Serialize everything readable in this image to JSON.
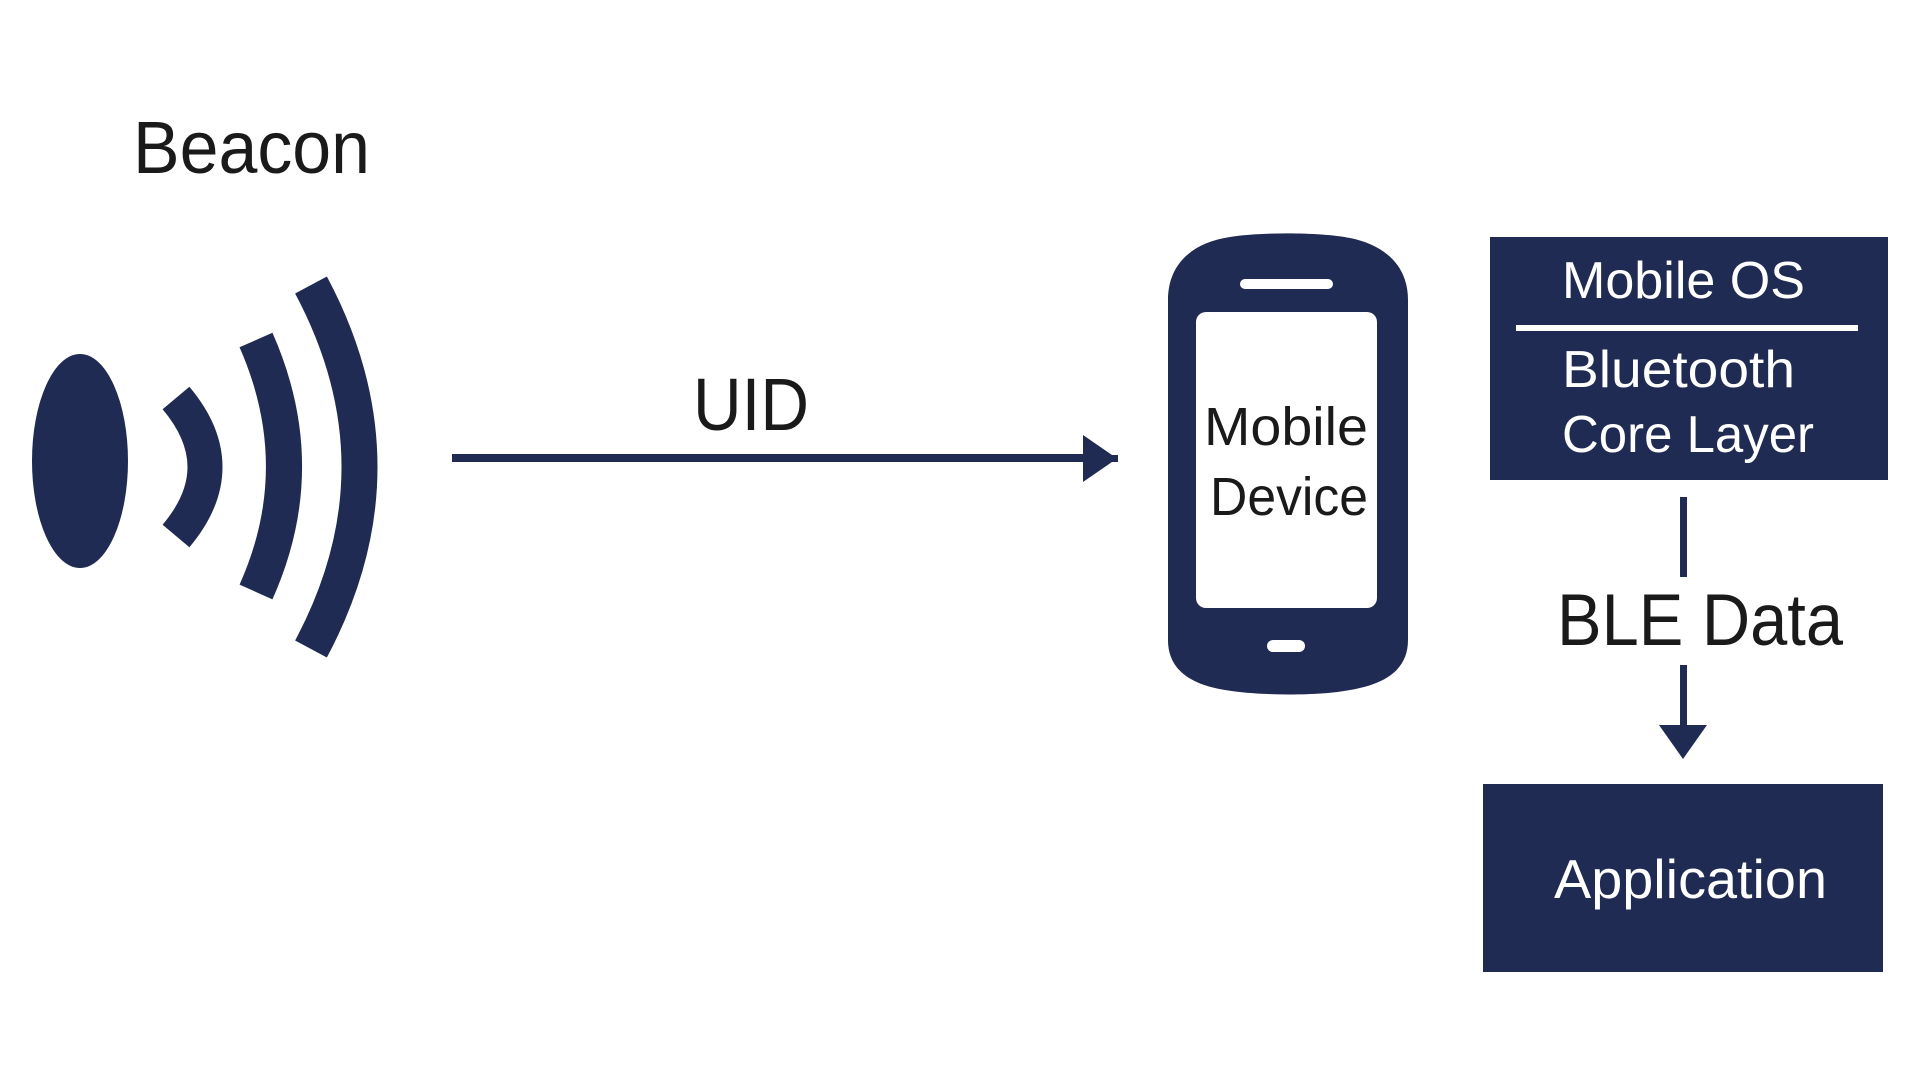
{
  "diagram": {
    "title": "Beacon to mobile application data flow",
    "colors": {
      "primary": "#1f2b52",
      "text": "#1a1a1a",
      "inverse_text": "#ffffff",
      "background": "#ffffff"
    },
    "beacon": {
      "label": "Beacon",
      "icon": "broadcast-signal-icon",
      "signal_waves": 3
    },
    "uid_link": {
      "label": "UID",
      "from": "Beacon",
      "to": "Mobile Device"
    },
    "mobile_device": {
      "icon": "smartphone-icon",
      "label_line1": "Mobile",
      "label_line2": "Device"
    },
    "os_box": {
      "header": "Mobile OS",
      "body_line1": "Bluetooth",
      "body_line2": "Core Layer"
    },
    "ble_link": {
      "label": "BLE Data",
      "from": "Bluetooth Core Layer",
      "to": "Application"
    },
    "application_box": {
      "label": "Application"
    }
  }
}
